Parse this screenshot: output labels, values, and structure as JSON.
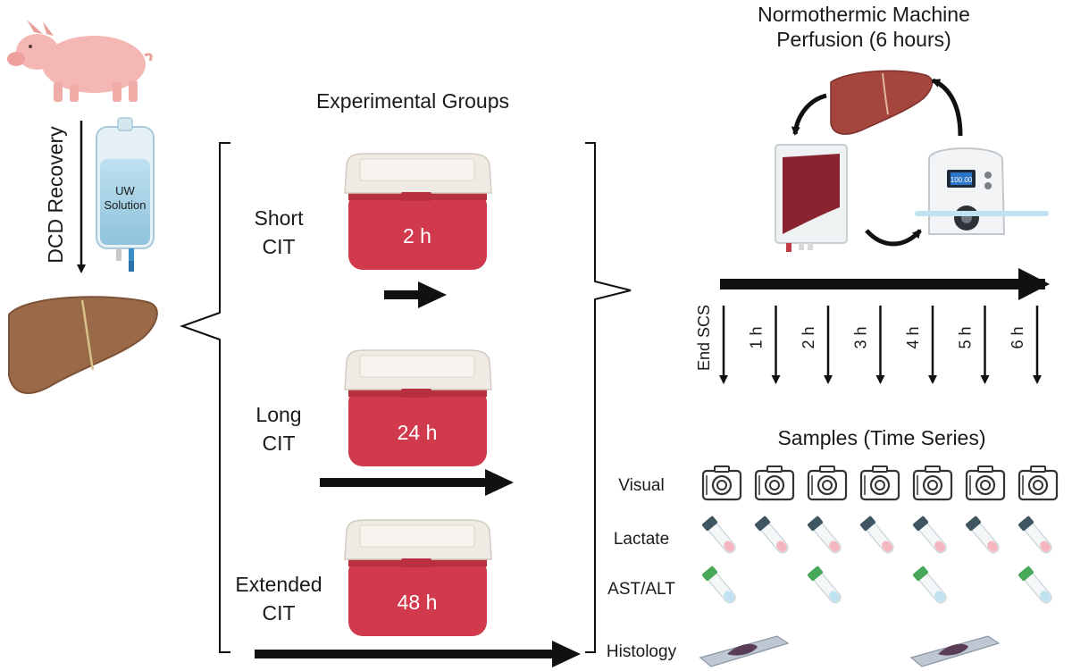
{
  "left": {
    "recovery_label": "DCD Recovery",
    "bag_label_line1": "UW",
    "bag_label_line2": "Solution"
  },
  "groups": {
    "title": "Experimental Groups",
    "items": [
      {
        "label_line1": "Short",
        "label_line2": "CIT",
        "duration": "2 h"
      },
      {
        "label_line1": "Long",
        "label_line2": "CIT",
        "duration": "24 h"
      },
      {
        "label_line1": "Extended",
        "label_line2": "CIT",
        "duration": "48 h"
      }
    ]
  },
  "perfusion": {
    "title_line1": "Normothermic Machine",
    "title_line2": "Perfusion (6 hours)",
    "pump_display": "100.00"
  },
  "timepoints": [
    "End SCS",
    "1 h",
    "2 h",
    "3 h",
    "4 h",
    "5 h",
    "6 h"
  ],
  "samples": {
    "title": "Samples (Time Series)",
    "rows": [
      {
        "label": "Visual",
        "marks": [
          true,
          true,
          true,
          true,
          true,
          true,
          true
        ]
      },
      {
        "label": "Lactate",
        "marks": [
          true,
          true,
          true,
          true,
          true,
          true,
          true
        ]
      },
      {
        "label": "AST/ALT",
        "marks": [
          true,
          false,
          true,
          false,
          true,
          false,
          true
        ]
      },
      {
        "label": "Histology",
        "marks": [
          true,
          false,
          false,
          false,
          true,
          false,
          false
        ]
      }
    ]
  },
  "colors": {
    "cooler_red": "#d13a4c",
    "cooler_red_dark": "#b82f40",
    "cooler_lid": "#efebe4",
    "liver_brown": "#9a6a48",
    "liver_red": "#a4453e",
    "arrow": "#111111",
    "tube_lactate_cap": "#3f5561",
    "tube_astalt_cap": "#47a85a"
  }
}
